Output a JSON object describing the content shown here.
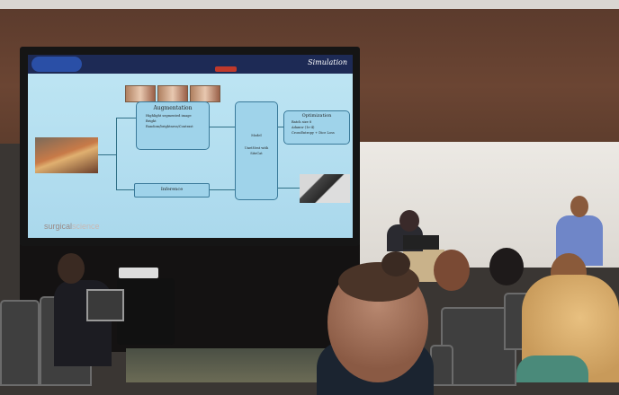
{
  "slide": {
    "brand": "Simulation",
    "augmentation": {
      "title": "Augmentation",
      "items": [
        "Highlight segmented image",
        "Bright",
        "Random/brightness/Contrast"
      ]
    },
    "model": {
      "title": "Model",
      "subtitle": "UnetNest with SiteCat"
    },
    "optimization": {
      "title": "Optimization",
      "items": [
        "Batch size 8",
        "Adamw (1e-4)",
        "CrossEntropy + Dice Loss"
      ]
    },
    "inference": "Inference",
    "footer_brand": {
      "part1": "surgical",
      "part2": "science"
    }
  },
  "colors": {
    "slide_bg": "#bfe6f4",
    "header": "#1d2a55",
    "box": "#9fd3ea",
    "wall": "#6b4533"
  }
}
